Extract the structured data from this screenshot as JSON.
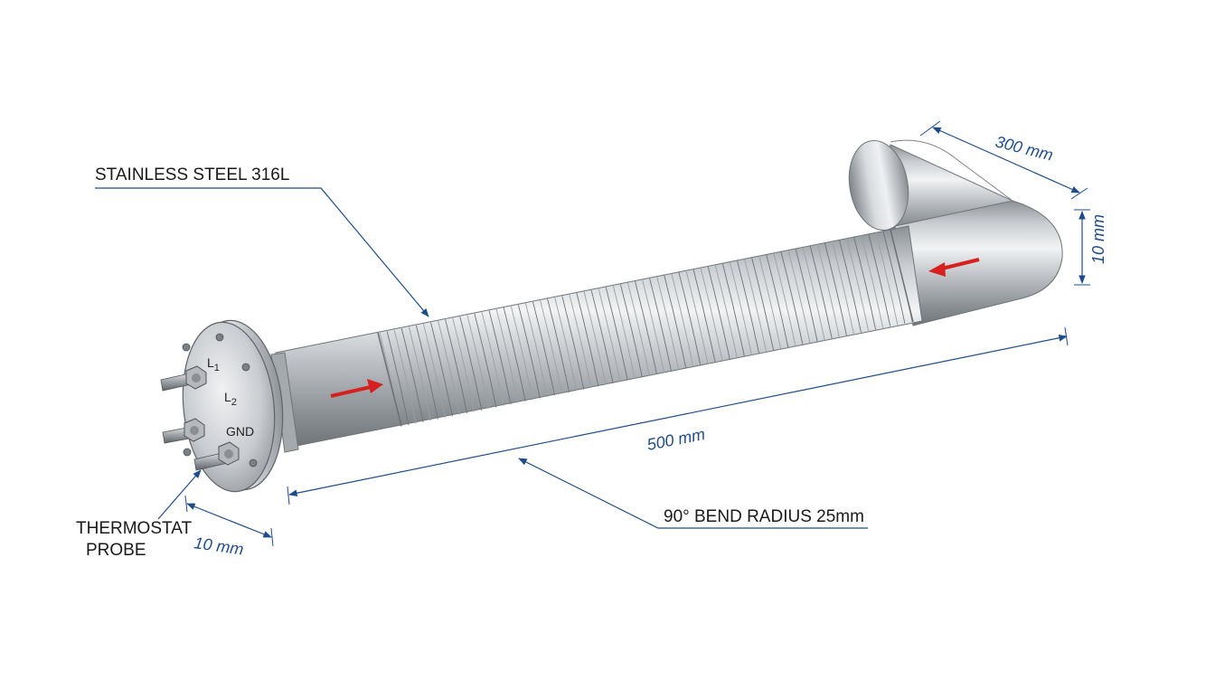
{
  "labels": {
    "material": "STAINLESS STEEL 316L",
    "thermostat_line1": "THERMOSTAT",
    "thermostat_line2": "PROBE",
    "bend": "90° BEND RADIUS 25mm"
  },
  "terminals": {
    "l1": "L",
    "l1_sub": "1",
    "l2": "L",
    "l2_sub": "2",
    "gnd": "GND"
  },
  "dimensions": {
    "length": "500 mm",
    "return_leg": "300 mm",
    "tube_diameter": "10 mm",
    "flange_offset": "10 mm"
  },
  "colors": {
    "dimension_line": "#1d4c8c",
    "flow_arrow": "#d7211e",
    "steel_dark": "#7d8288",
    "steel_light": "#eef0f2"
  }
}
